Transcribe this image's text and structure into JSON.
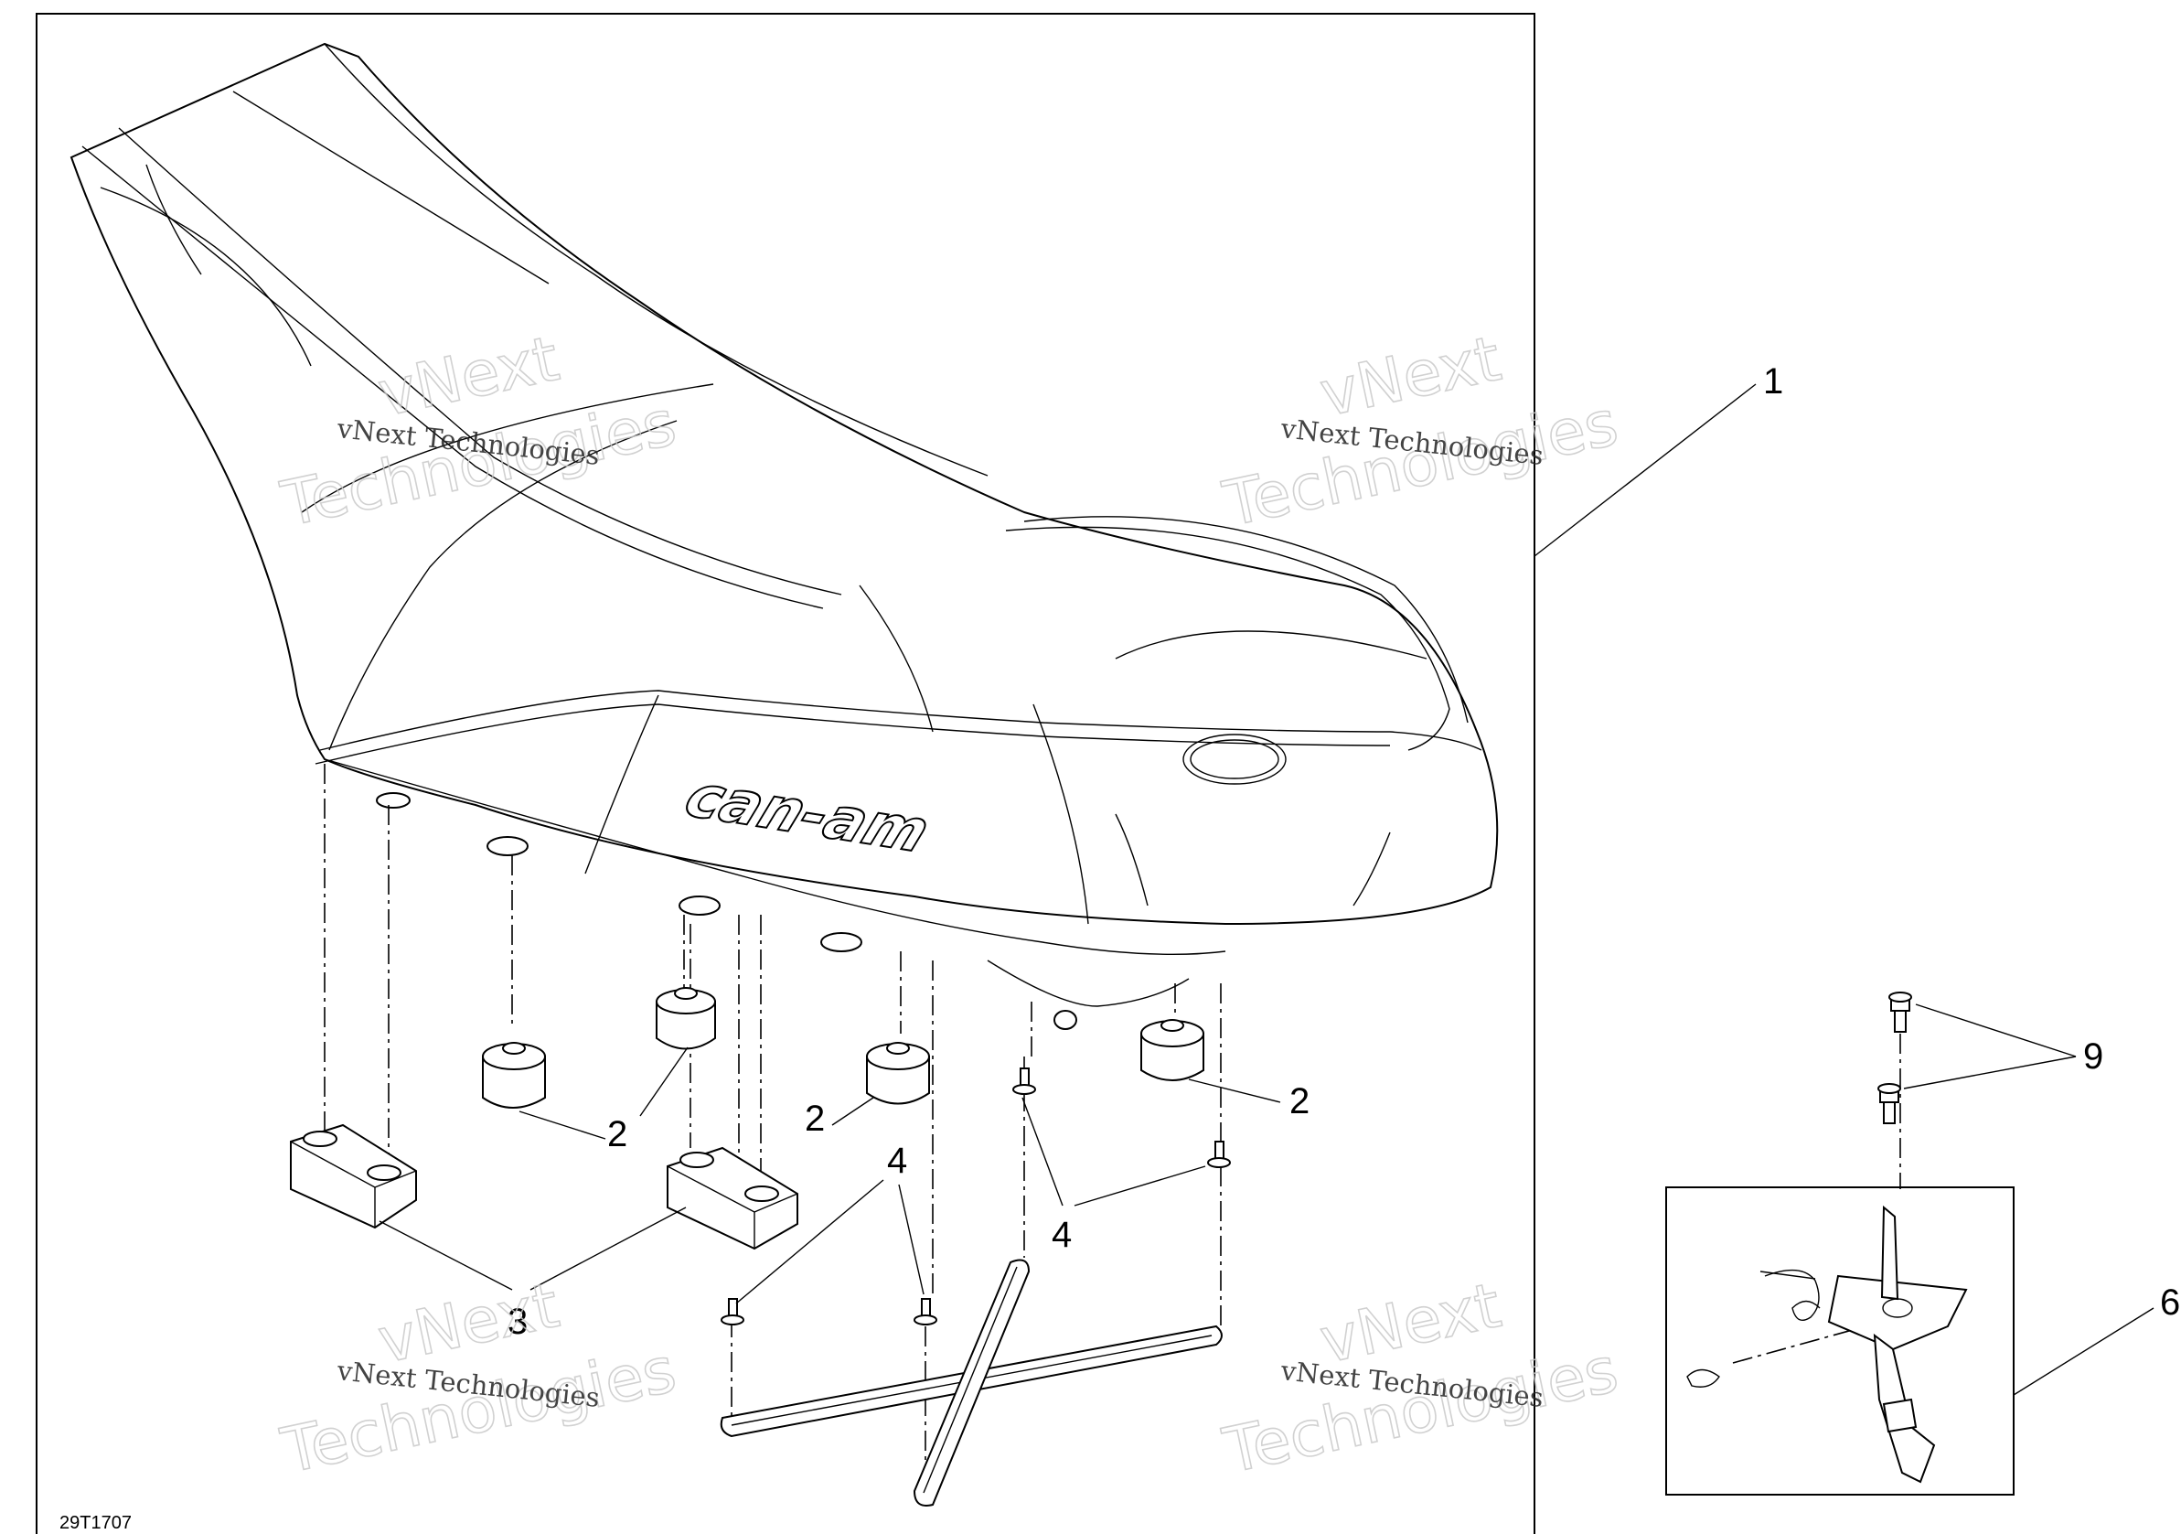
{
  "figure_code": "29T1707",
  "brand_logo_text": "can-am",
  "watermark": {
    "small": "vNext Technologies",
    "large_line1": "vNext",
    "large_line2": "Technologies"
  },
  "callouts": {
    "seat_assembly": "1",
    "bumper_a": "2",
    "bumper_b": "2",
    "bumper_c": "2",
    "support_block": "3",
    "rivet_a": "4",
    "rivet_b": "4",
    "latch_kit": "6",
    "screw": "9"
  }
}
